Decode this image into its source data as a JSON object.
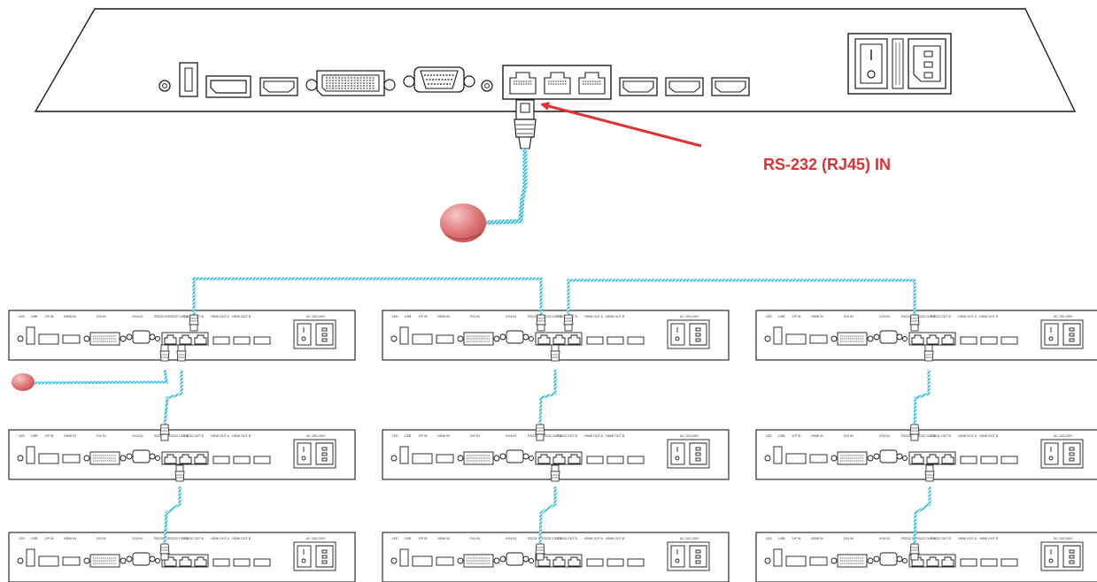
{
  "callout": {
    "text": "RS-232 (RJ45) IN",
    "color": "#e03030"
  },
  "colors": {
    "stroke": "#1a1a1a",
    "cable": "#33bde0",
    "arrow": "#e03030",
    "ball": "#e07070",
    "ball_highlight": "#f4b8b8",
    "panel_fill": "#ffffff"
  },
  "small_unit_labels": {
    "led": "LED",
    "usb": "USB",
    "dp_in": "DP IN",
    "hdmi_in": "HDMI IN",
    "dvi_in": "DVI IN",
    "vga_in": "VGA IN",
    "rs232_in": "RS232 IN",
    "rs232_out_a": "RS232 OUT A",
    "rs232_out_b": "RS232 OUT B",
    "hdmi_out_a": "HDMI OUT A",
    "hdmi_out_b": "HDMI OUT B",
    "ac": "AC 100-240V"
  },
  "icons": [
    "rj45-plug-icon",
    "trackball-icon",
    "power-switch-icon",
    "iec-power-inlet-icon"
  ]
}
